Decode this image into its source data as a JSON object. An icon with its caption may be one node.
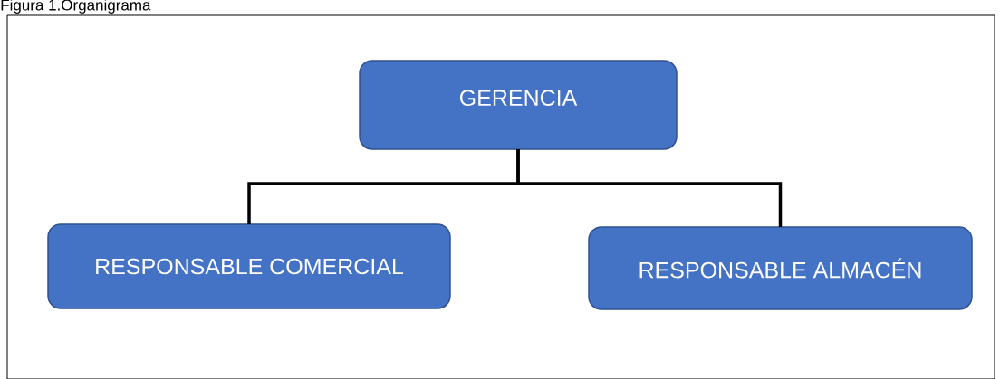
{
  "diagram": {
    "title": "Figura 1.Organigrama",
    "nodes": [
      {
        "text": [
          "GERENCIA"
        ]
      },
      {
        "text": [
          "RESPONSABLE COMERCIAL"
        ]
      },
      {
        "text": [
          "RESPONSABLE ALMACÉN"
        ]
      }
    ],
    "edges": [
      {
        "from": 0,
        "to": 1,
        "arrow": "none"
      },
      {
        "from": 0,
        "to": 2,
        "arrow": "none"
      }
    ]
  }
}
